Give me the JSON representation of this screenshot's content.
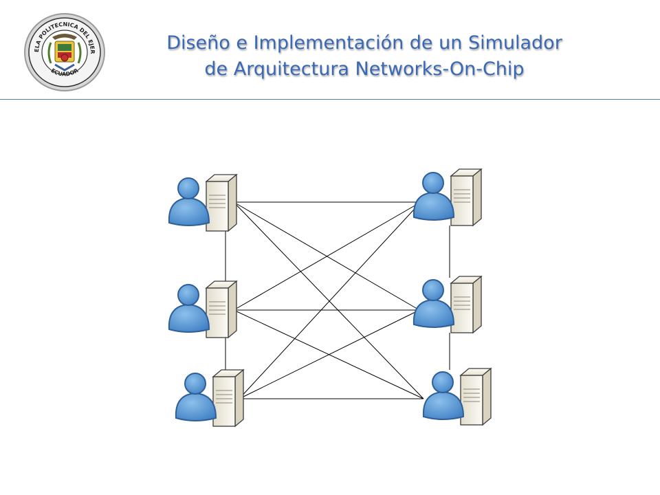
{
  "header": {
    "title_line1": "Diseño e Implementación de un Simulador",
    "title_line2": "de Arquitectura Networks-On-Chip",
    "logo": {
      "arc_text_top": "ESCUELA POLITECNICA DEL EJERCITO",
      "arc_text_bottom": "ECUADOR"
    }
  },
  "colors": {
    "title": "#3a68b5",
    "divider": "#4a7ab8",
    "person_fill": "#5b9bd5",
    "server_fill": "#f1eee4",
    "link": "#000000"
  },
  "diagram": {
    "node_icon": "user-server-icon",
    "nodes": [
      {
        "id": "n1",
        "column": "left",
        "row": 1
      },
      {
        "id": "n2",
        "column": "left",
        "row": 2
      },
      {
        "id": "n3",
        "column": "left",
        "row": 3
      },
      {
        "id": "n4",
        "column": "right",
        "row": 1
      },
      {
        "id": "n5",
        "column": "right",
        "row": 2
      },
      {
        "id": "n6",
        "column": "right",
        "row": 3
      }
    ],
    "links": [
      [
        "n1",
        "n2"
      ],
      [
        "n2",
        "n3"
      ],
      [
        "n4",
        "n5"
      ],
      [
        "n5",
        "n6"
      ],
      [
        "n1",
        "n4"
      ],
      [
        "n1",
        "n5"
      ],
      [
        "n1",
        "n6"
      ],
      [
        "n2",
        "n4"
      ],
      [
        "n2",
        "n5"
      ],
      [
        "n2",
        "n6"
      ],
      [
        "n3",
        "n4"
      ],
      [
        "n3",
        "n5"
      ],
      [
        "n3",
        "n6"
      ]
    ]
  }
}
